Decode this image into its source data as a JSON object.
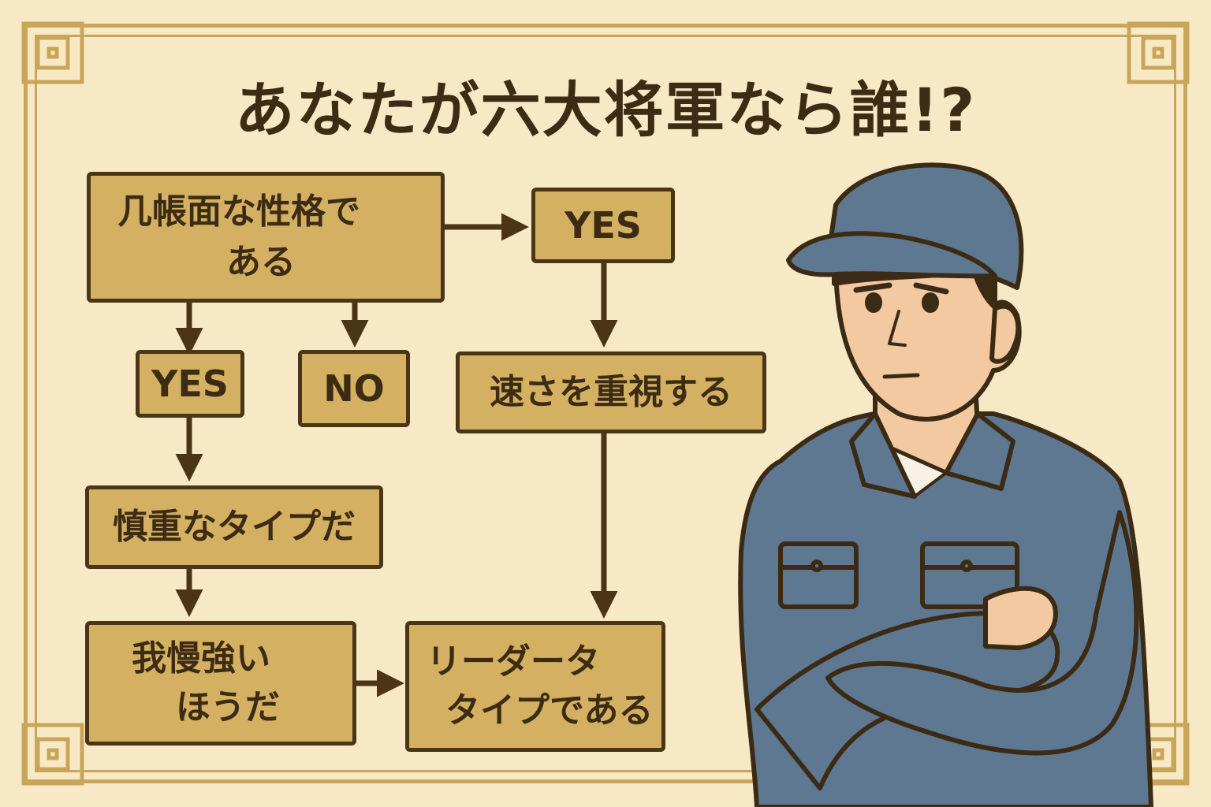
{
  "title": "あなたが六大将軍なら誰!?",
  "nodes": {
    "q1": {
      "line1": "几帳面な性格で",
      "line2": "ある"
    },
    "yes_left": "YES",
    "no": "NO",
    "yes_right": "YES",
    "q_speed": "速さを重視する",
    "q_careful": "慎重なタイプだ",
    "q_patient": {
      "line1": "我慢強い",
      "line2": "ほうだ"
    },
    "r_leader": {
      "line1": "リーダータ",
      "line2": "タイプである"
    }
  },
  "colors": {
    "background": "#f8e9c6",
    "box_fill": "#d4b162",
    "outline": "#4a3517",
    "frame": "#c9a55a",
    "shirt": "#5e7891"
  }
}
